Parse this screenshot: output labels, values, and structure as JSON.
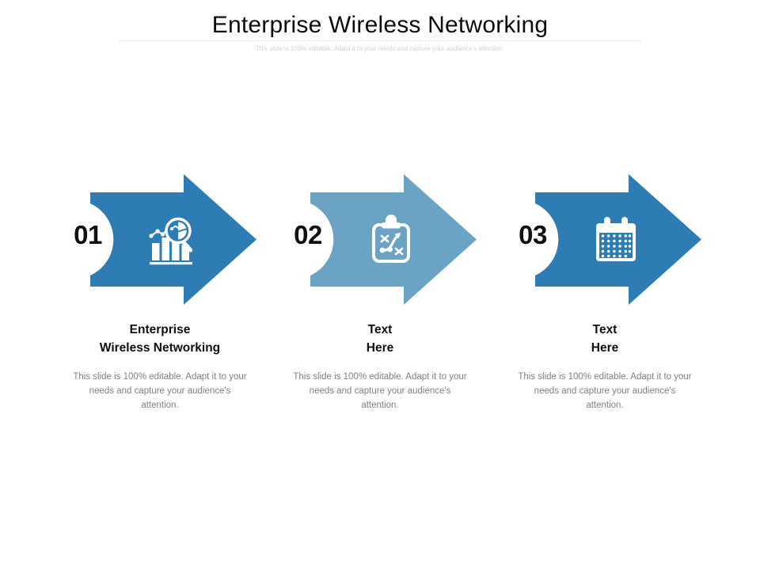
{
  "header": {
    "title": "Enterprise Wireless Networking",
    "subtitle": "This slide is 100% editable. Adapt it to your needs and capture your audience's attention."
  },
  "colors": {
    "arrow_dark_blue": "#2E7CB4",
    "arrow_light_blue": "#6BA3C5",
    "number_black": "#111111",
    "heading_black": "#0F0F0F",
    "body_gray": "#808080",
    "subtitle_gray": "#D2D2D2",
    "icon_white": "#FFFFFF",
    "background": "#FFFFFF"
  },
  "steps": [
    {
      "number": "01",
      "heading_line1": "Enterprise",
      "heading_line2": "Wireless Networking",
      "body": "This slide is 100% editable. Adapt it to your needs and capture your audience's attention.",
      "icon_name": "bar-chart-magnifier-icon",
      "arrow_color": "#2E7CB4"
    },
    {
      "number": "02",
      "heading_line1": "Text",
      "heading_line2": "Here",
      "body": "This slide is 100% editable. Adapt it to your needs and capture your audience's attention.",
      "icon_name": "clipboard-strategy-icon",
      "arrow_color": "#6BA3C5"
    },
    {
      "number": "03",
      "heading_line1": "Text",
      "heading_line2": "Here",
      "body": "This slide is 100% editable. Adapt it to your needs and capture your audience's attention.",
      "icon_name": "calendar-icon",
      "arrow_color": "#2E7CB4"
    }
  ]
}
